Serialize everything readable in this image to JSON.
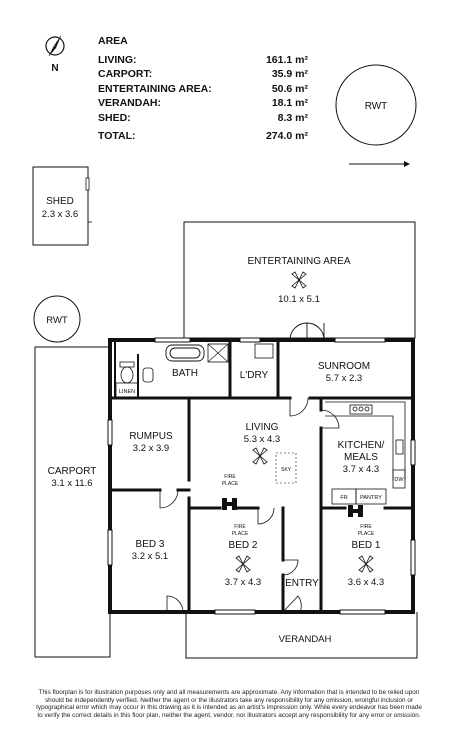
{
  "north_label": "N",
  "area": {
    "title": "AREA",
    "rows": [
      {
        "label": "LIVING:",
        "value": "161.1 m²"
      },
      {
        "label": "CARPORT:",
        "value": "35.9 m²"
      },
      {
        "label": "ENTERTAINING AREA:",
        "value": "50.6 m²"
      },
      {
        "label": "VERANDAH:",
        "value": "18.1 m²"
      },
      {
        "label": "SHED:",
        "value": "8.3 m²"
      }
    ],
    "total": {
      "label": "TOTAL:",
      "value": "274.0 m²"
    }
  },
  "tanks": {
    "top": "RWT",
    "left": "RWT"
  },
  "rooms": {
    "shed": {
      "name": "SHED",
      "dims": "2.3 x 3.6"
    },
    "entertaining": {
      "name": "ENTERTAINING AREA",
      "dims": "10.1 x 5.1"
    },
    "sunroom": {
      "name": "SUNROOM",
      "dims": "5.7 x 2.3"
    },
    "bath": {
      "name": "BATH"
    },
    "laundry": {
      "name": "L'DRY"
    },
    "linen": {
      "name": "LINEN"
    },
    "living": {
      "name": "LIVING",
      "dims": "5.3 x 4.3",
      "sky": "SKY"
    },
    "rumpus": {
      "name": "RUMPUS",
      "dims": "3.2 x 3.9"
    },
    "kitchen": {
      "name1": "KITCHEN/",
      "name2": "MEALS",
      "dims": "3.7 x 4.3",
      "fr": "FR",
      "pantry": "PANTRY",
      "dw": "DW"
    },
    "carport": {
      "name": "CARPORT",
      "dims": "3.1 x 11.6"
    },
    "bed3": {
      "name": "BED 3",
      "dims": "3.2 x 5.1"
    },
    "bed2": {
      "name": "BED 2",
      "dims": "3.7 x 4.3"
    },
    "bed1": {
      "name": "BED 1",
      "dims": "3.6 x 4.3"
    },
    "entry": {
      "name": "ENTRY"
    },
    "verandah": {
      "name": "VERANDAH"
    }
  },
  "fireplace": {
    "line1": "FIRE",
    "line2": "PLACE"
  },
  "disclaimer": "This floorplan is for illustration purposes only and all measurements are approximate. Any information that is intended to be relied upon should be independently verified. Neither the agent or the illustrators take any responsibility for any omission, wrongful inclusion or typographical error which may occur in this drawing as it is intended as an artist's impression only. While every endeavor has been made to verify the correct details in this floor plan, neither the agent, vendor, nor illustrators accept any responsibility for any error or omission."
}
